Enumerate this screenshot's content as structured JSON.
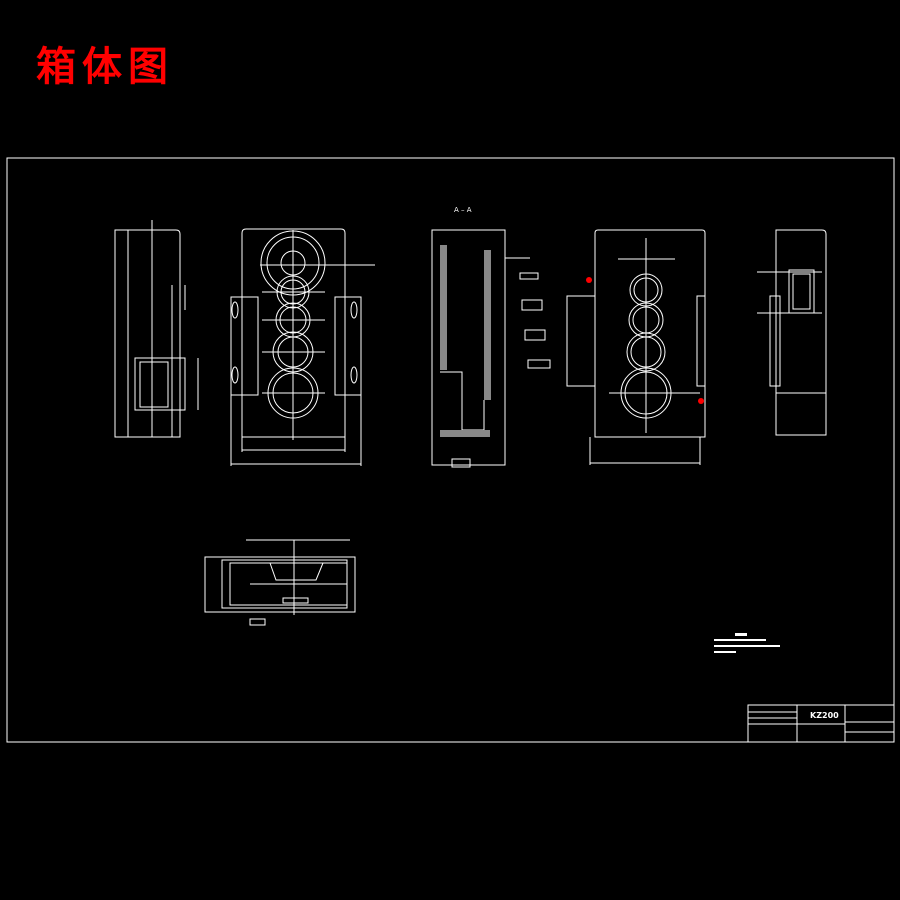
{
  "drawing_title": "箱体图",
  "section_label": "A – A",
  "title_block": {
    "drawing_number": "KZ200"
  },
  "colors": {
    "background": "#000000",
    "lines": "#ffffff",
    "title": "#ff0000",
    "markers": "#ff0000"
  }
}
